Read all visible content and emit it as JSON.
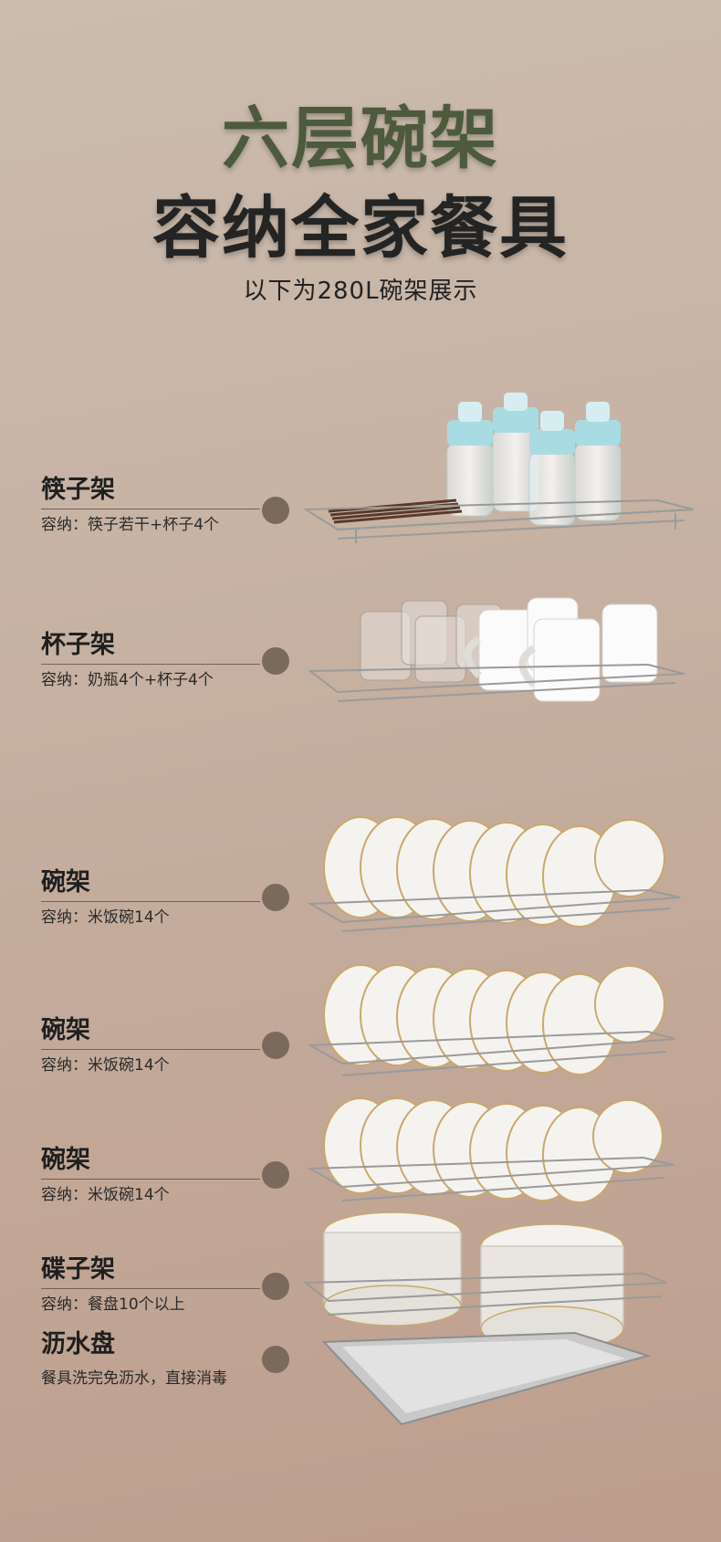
{
  "header": {
    "title_line1": "六层碗架",
    "title_line2": "容纳全家餐具",
    "subtitle": "以下为280L碗架展示"
  },
  "tiers": [
    {
      "name": "筷子架",
      "capacity": "容纳：筷子若干+杯子4个"
    },
    {
      "name": "杯子架",
      "capacity": "容纳：奶瓶4个+杯子4个"
    },
    {
      "name": "碗架",
      "capacity": "容纳：米饭碗14个"
    },
    {
      "name": "碗架",
      "capacity": "容纳：米饭碗14个"
    },
    {
      "name": "碗架",
      "capacity": "容纳：米饭碗14个"
    },
    {
      "name": "碟子架",
      "capacity": "容纳：餐盘10个以上"
    },
    {
      "name": "沥水盘",
      "capacity": "餐具洗完免沥水，直接消毒"
    }
  ],
  "colors": {
    "title_accent": "#4e5a3c",
    "title_dark": "#242424",
    "dot": "#7a6a5c"
  }
}
